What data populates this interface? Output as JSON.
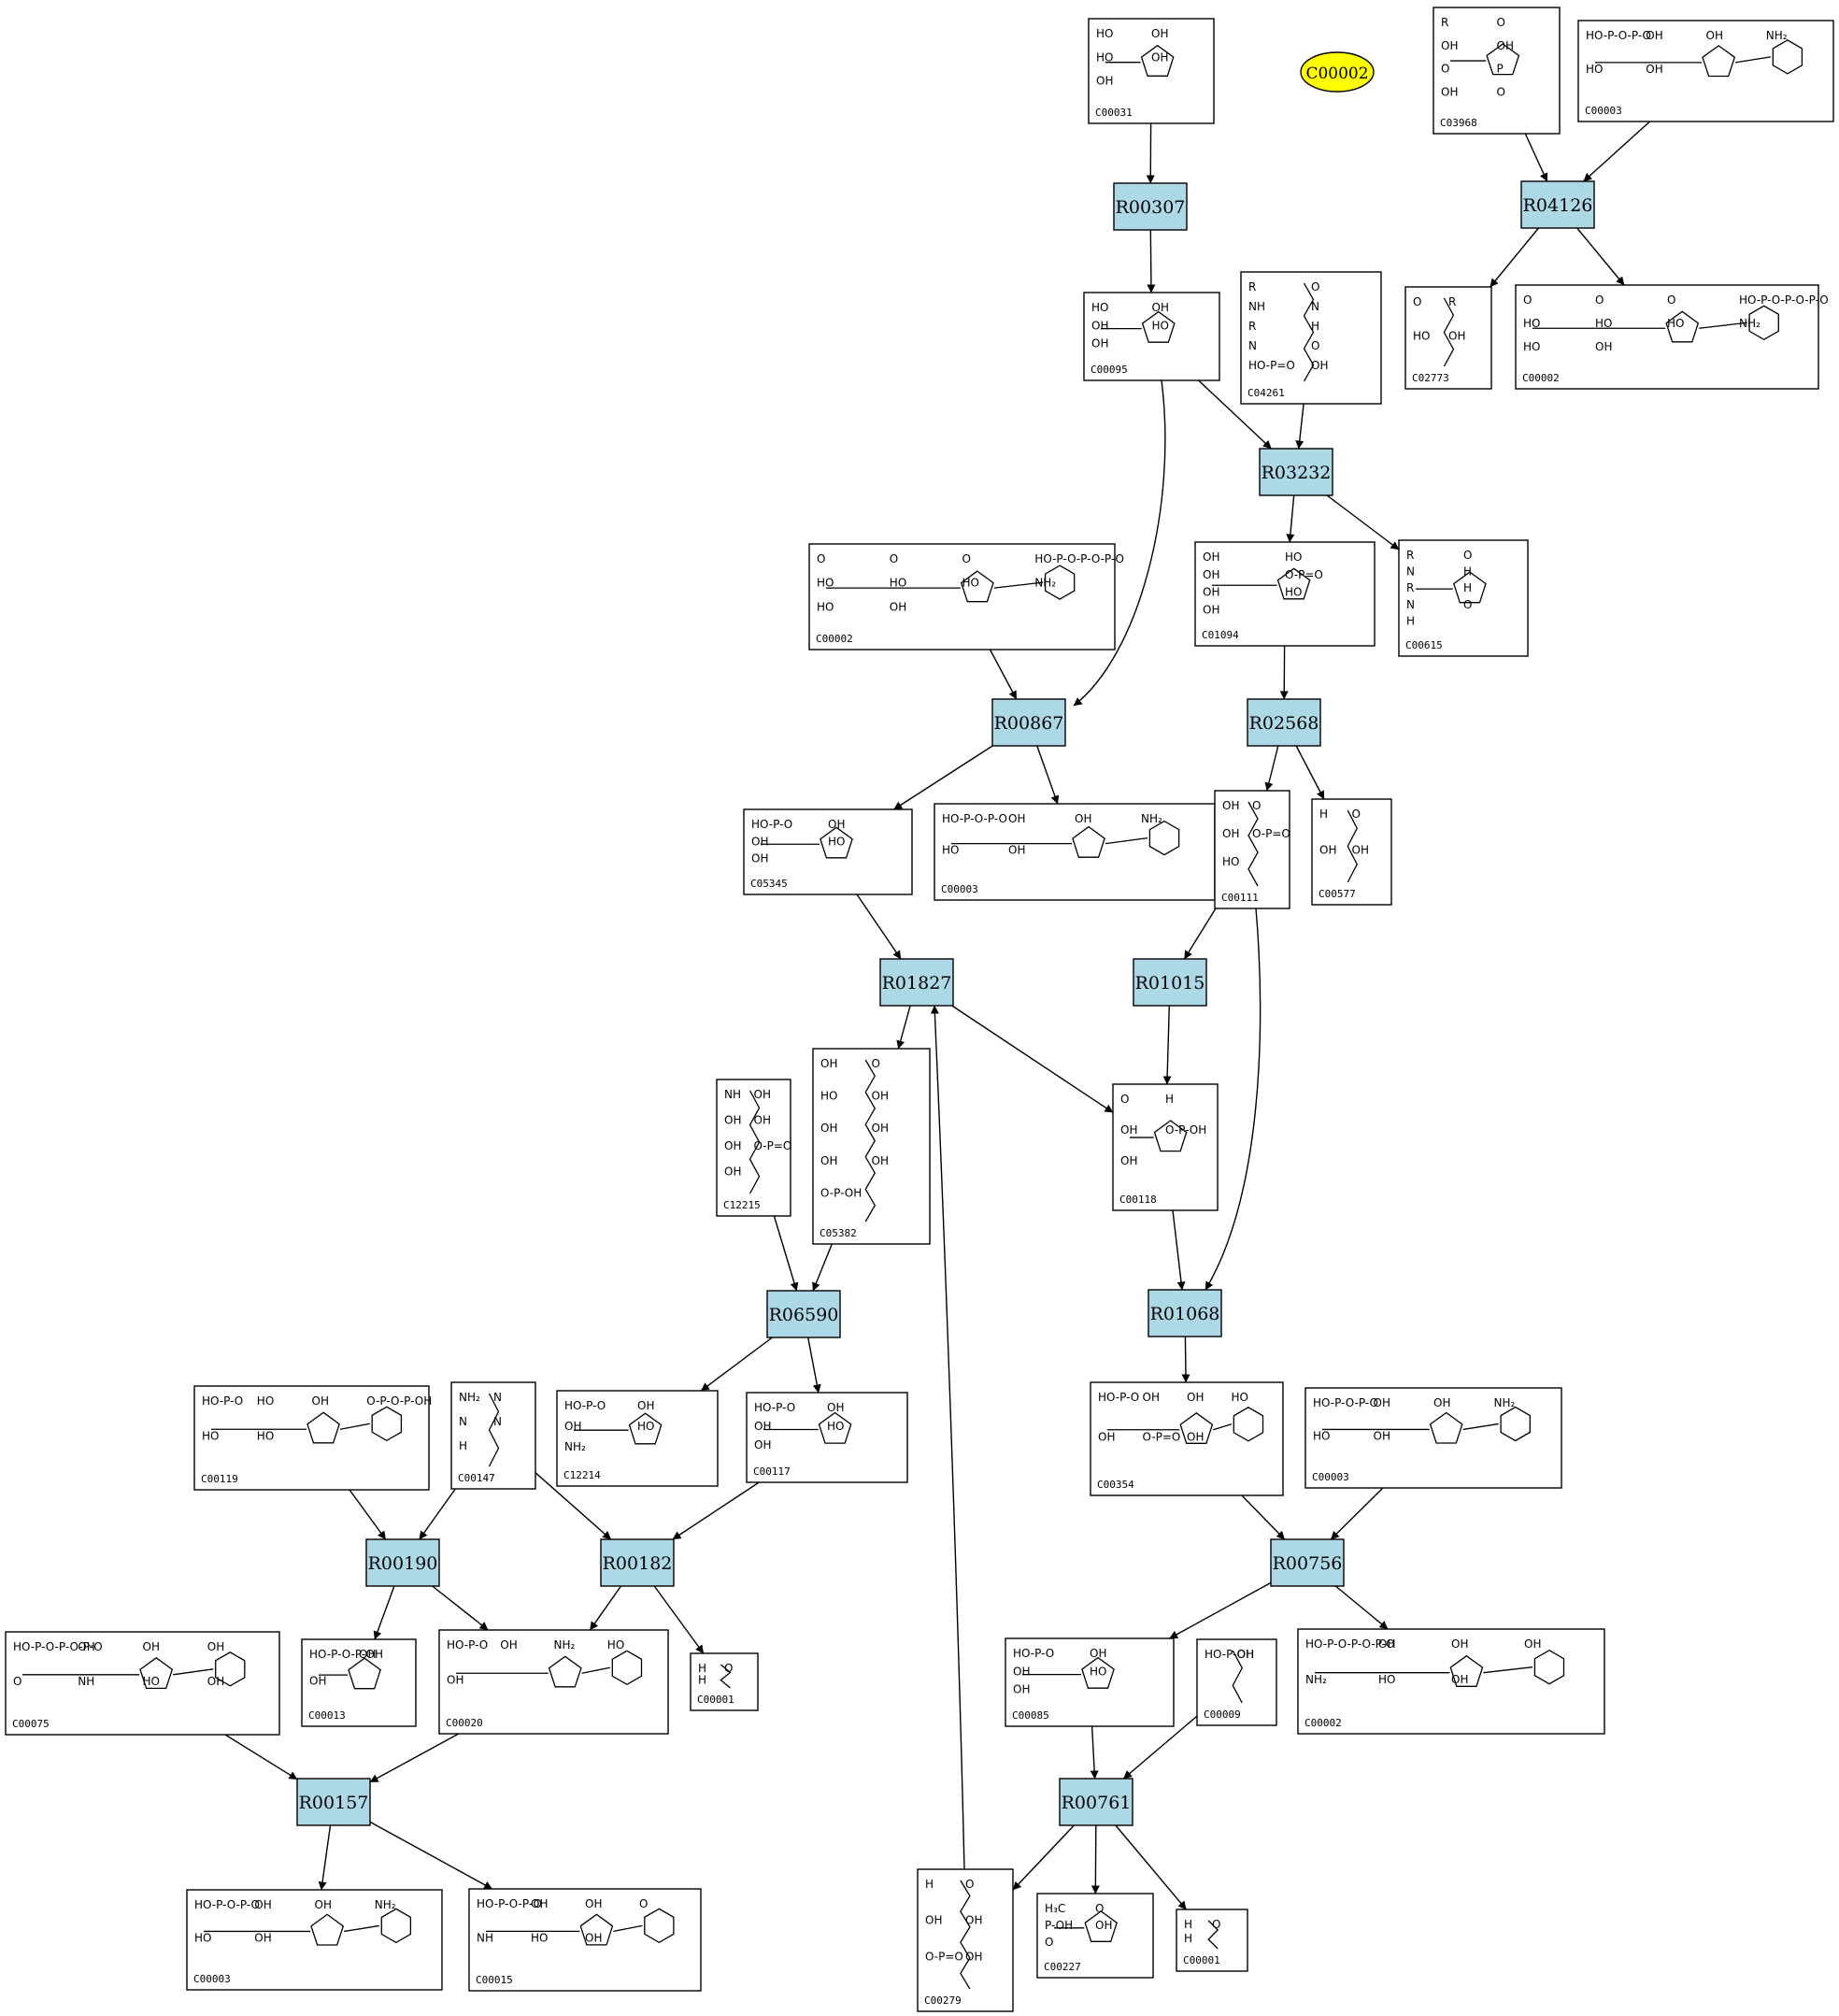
{
  "colors": {
    "reaction_fill": "#add8e6",
    "orphan_fill": "#ffff00",
    "compound_fill": "#ffffff",
    "stroke": "#000000"
  },
  "orphan_label": "C00002",
  "reactions": [
    {
      "id": "R00307",
      "label": "R00307"
    },
    {
      "id": "R04126",
      "label": "R04126"
    },
    {
      "id": "R03232",
      "label": "R03232"
    },
    {
      "id": "R00867",
      "label": "R00867"
    },
    {
      "id": "R02568",
      "label": "R02568"
    },
    {
      "id": "R01827",
      "label": "R01827"
    },
    {
      "id": "R01015",
      "label": "R01015"
    },
    {
      "id": "R06590",
      "label": "R06590"
    },
    {
      "id": "R01068",
      "label": "R01068"
    },
    {
      "id": "R00190",
      "label": "R00190"
    },
    {
      "id": "R00182",
      "label": "R00182"
    },
    {
      "id": "R00756",
      "label": "R00756"
    },
    {
      "id": "R00157",
      "label": "R00157"
    },
    {
      "id": "R00761",
      "label": "R00761"
    }
  ],
  "compounds": [
    {
      "id": "c31",
      "label": "C00031"
    },
    {
      "id": "c3968",
      "label": "C03968"
    },
    {
      "id": "c3a",
      "label": "C00003"
    },
    {
      "id": "c95",
      "label": "C00095"
    },
    {
      "id": "c4261",
      "label": "C04261"
    },
    {
      "id": "c2773",
      "label": "C02773"
    },
    {
      "id": "c2a",
      "label": "C00002"
    },
    {
      "id": "c2b",
      "label": "C00002"
    },
    {
      "id": "c1094",
      "label": "C01094"
    },
    {
      "id": "c615",
      "label": "C00615"
    },
    {
      "id": "c5345",
      "label": "C05345"
    },
    {
      "id": "c3b",
      "label": "C00003"
    },
    {
      "id": "c111",
      "label": "C00111"
    },
    {
      "id": "c577",
      "label": "C00577"
    },
    {
      "id": "c12215",
      "label": "C12215"
    },
    {
      "id": "c5382",
      "label": "C05382"
    },
    {
      "id": "c118",
      "label": "C00118"
    },
    {
      "id": "c119",
      "label": "C00119"
    },
    {
      "id": "c147",
      "label": "C00147"
    },
    {
      "id": "c12214",
      "label": "C12214"
    },
    {
      "id": "c117",
      "label": "C00117"
    },
    {
      "id": "c354",
      "label": "C00354"
    },
    {
      "id": "c3c",
      "label": "C00003"
    },
    {
      "id": "c75",
      "label": "C00075"
    },
    {
      "id": "c13",
      "label": "C00013"
    },
    {
      "id": "c20",
      "label": "C00020"
    },
    {
      "id": "c1a",
      "label": "C00001"
    },
    {
      "id": "c85",
      "label": "C00085"
    },
    {
      "id": "c9",
      "label": "C00009"
    },
    {
      "id": "c2c",
      "label": "C00002"
    },
    {
      "id": "c3d",
      "label": "C00003"
    },
    {
      "id": "c15",
      "label": "C00015"
    },
    {
      "id": "c279",
      "label": "C00279"
    },
    {
      "id": "c227",
      "label": "C00227"
    },
    {
      "id": "c1b",
      "label": "C00001"
    }
  ],
  "edges": [
    [
      "c31",
      "R00307"
    ],
    [
      "R00307",
      "c95"
    ],
    [
      "c3968",
      "R04126"
    ],
    [
      "c3a",
      "R04126"
    ],
    [
      "R04126",
      "c2773"
    ],
    [
      "R04126",
      "c2a"
    ],
    [
      "c95",
      "R03232"
    ],
    [
      "c4261",
      "R03232"
    ],
    [
      "R03232",
      "c1094"
    ],
    [
      "R03232",
      "c615"
    ],
    [
      "c2b",
      "R00867"
    ],
    [
      "c95",
      "R00867"
    ],
    [
      "R00867",
      "c5345"
    ],
    [
      "R00867",
      "c3b"
    ],
    [
      "c1094",
      "R02568"
    ],
    [
      "R02568",
      "c111"
    ],
    [
      "R02568",
      "c577"
    ],
    [
      "c5345",
      "R01827"
    ],
    [
      "R01827",
      "c5382"
    ],
    [
      "R01827",
      "c118"
    ],
    [
      "c279",
      "R01827"
    ],
    [
      "c111",
      "R01015"
    ],
    [
      "R01015",
      "c118"
    ],
    [
      "c118",
      "R01068"
    ],
    [
      "c111",
      "R01068"
    ],
    [
      "c12215",
      "R06590"
    ],
    [
      "c5382",
      "R06590"
    ],
    [
      "R06590",
      "c12214"
    ],
    [
      "R06590",
      "c117"
    ],
    [
      "R01068",
      "c354"
    ],
    [
      "c354",
      "R00756"
    ],
    [
      "c3c",
      "R00756"
    ],
    [
      "R00756",
      "c85"
    ],
    [
      "R00756",
      "c2c"
    ],
    [
      "c119",
      "R00190"
    ],
    [
      "c147",
      "R00190"
    ],
    [
      "c147",
      "R00182"
    ],
    [
      "c117",
      "R00182"
    ],
    [
      "R00190",
      "c13"
    ],
    [
      "R00190",
      "c20"
    ],
    [
      "R00182",
      "c20"
    ],
    [
      "R00182",
      "c1a"
    ],
    [
      "c75",
      "R00157"
    ],
    [
      "c20",
      "R00157"
    ],
    [
      "R00157",
      "c3d"
    ],
    [
      "R00157",
      "c15"
    ],
    [
      "c85",
      "R00761"
    ],
    [
      "c9",
      "R00761"
    ],
    [
      "R00761",
      "c279"
    ],
    [
      "R00761",
      "c227"
    ],
    [
      "R00761",
      "c1b"
    ]
  ],
  "structure_text": {
    "c31": [
      "HO",
      "OH",
      "HO",
      "OH",
      "OH"
    ],
    "c3968": [
      "R",
      "O",
      "OH",
      "OH",
      "O",
      "P",
      "OH",
      "O"
    ],
    "c3a": [
      "HO-P-O-P-O",
      "OH",
      "OH",
      "NH₂",
      "HO",
      "OH"
    ],
    "c95": [
      "HO",
      "OH",
      "OH",
      "HO",
      "OH"
    ],
    "c4261": [
      "R",
      "O",
      "NH",
      "N",
      "R",
      "H",
      "N",
      "O",
      "HO-P=O",
      "OH"
    ],
    "c2773": [
      "O",
      "R",
      "HO",
      "OH"
    ],
    "c2a": [
      "O",
      "O",
      "O",
      "HO-P-O-P-O-P-O",
      "HO",
      "HO",
      "HO",
      "NH₂",
      "HO",
      "OH"
    ],
    "c2b": [
      "O",
      "O",
      "O",
      "HO-P-O-P-O-P-O",
      "HO",
      "HO",
      "HO",
      "NH₂",
      "HO",
      "OH"
    ],
    "c1094": [
      "OH",
      "HO",
      "OH",
      "O-P=O",
      "OH",
      "HO",
      "OH"
    ],
    "c615": [
      "R",
      "O",
      "N",
      "H",
      "R",
      "H",
      "N",
      "O",
      "H"
    ],
    "c5345": [
      "HO-P-O",
      "OH",
      "OH",
      "HO",
      "OH"
    ],
    "c3b": [
      "HO-P-O-P-O",
      "OH",
      "OH",
      "NH₂",
      "HO",
      "OH"
    ],
    "c111": [
      "OH",
      "O",
      "OH",
      "O-P=O",
      "HO"
    ],
    "c577": [
      "H",
      "O",
      "OH",
      "OH"
    ],
    "c12215": [
      "NH",
      "OH",
      "OH",
      "OH",
      "OH",
      "O-P=O",
      "OH"
    ],
    "c5382": [
      "OH",
      "O",
      "HO",
      "OH",
      "OH",
      "OH",
      "OH",
      "OH",
      "O-P-OH"
    ],
    "c118": [
      "O",
      "H",
      "OH",
      "O-P-OH",
      "OH"
    ],
    "c119": [
      "HO-P-O",
      "HO",
      "OH",
      "O-P-O-P-OH",
      "HO",
      "HO"
    ],
    "c147": [
      "NH₂",
      "N",
      "N",
      "N",
      "H"
    ],
    "c12214": [
      "HO-P-O",
      "OH",
      "OH",
      "HO",
      "NH₂"
    ],
    "c117": [
      "HO-P-O",
      "OH",
      "OH",
      "HO",
      "OH"
    ],
    "c354": [
      "HO-P-O",
      "OH",
      "OH",
      "HO",
      "OH",
      "O-P=O",
      "OH"
    ],
    "c3c": [
      "HO-P-O-P-O",
      "OH",
      "OH",
      "NH₂",
      "HO",
      "OH"
    ],
    "c75": [
      "HO-P-O-P-O-P-O",
      "OH",
      "OH",
      "OH",
      "O",
      "NH",
      "HO",
      "OH"
    ],
    "c13": [
      "HO-P-O-P-OH",
      "OH",
      "OH"
    ],
    "c20": [
      "HO-P-O",
      "OH",
      "NH₂",
      "HO",
      "OH"
    ],
    "c1a": [
      "H",
      "O",
      "H"
    ],
    "c85": [
      "HO-P-O",
      "OH",
      "OH",
      "HO",
      "OH"
    ],
    "c9": [
      "HO-P-OH",
      "OH"
    ],
    "c2c": [
      "HO-P-O-P-O-P-O",
      "OH",
      "OH",
      "OH",
      "NH₂",
      "HO",
      "OH"
    ],
    "c3d": [
      "HO-P-O-P-O",
      "OH",
      "OH",
      "NH₂",
      "HO",
      "OH"
    ],
    "c15": [
      "HO-P-O-P-O",
      "OH",
      "OH",
      "O",
      "NH",
      "HO",
      "OH"
    ],
    "c279": [
      "H",
      "O",
      "OH",
      "OH",
      "O-P=O",
      "OH"
    ],
    "c227": [
      "H₃C",
      "O",
      "P-OH",
      "OH",
      "O"
    ],
    "c1b": [
      "H",
      "O",
      "H"
    ]
  }
}
